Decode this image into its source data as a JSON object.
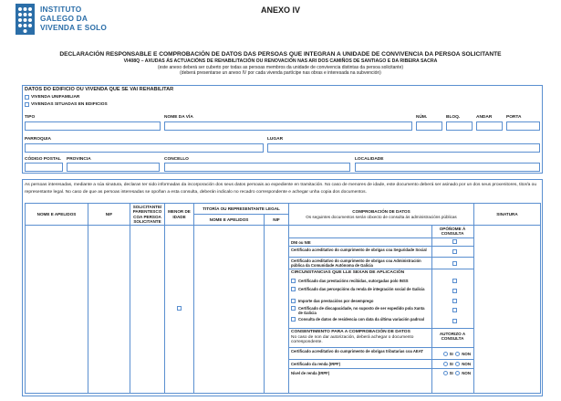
{
  "header": {
    "institute_lines": [
      "INSTITUTO",
      "GALEGO DA",
      "VIVENDA E SOLO"
    ],
    "annex": "ANEXO IV",
    "title": "DECLARACIÓN RESPONSABLE E COMPROBACIÓN DE DATOS DAS PERSOAS QUE INTEGRAN A UNIDADE DE CONVIVENCIA DA PERSOA SOLICITANTE",
    "procedure": "VI408Q – AXUDAS ÁS ACTUACIÓNS DE REHABILITACIÓN OU RENOVACIÓN NAS ARI DOS CAMIÑOS DE SANTIAGO E DA RIBEIRA SACRA",
    "note1": "(este anexo deberá ser cuberto por todas as persoas membros da unidade de convivencia distintas da persoa solicitante)",
    "note2": "(deberá presentarse un anexo IV por cada vivenda partícipe nas obras e interesada na subvención)",
    "brand_color": "#2b6ea8",
    "border_color": "#5a8fd0"
  },
  "building": {
    "section_title": "DATOS DO EDIFICIO OU VIVENDA QUE SE VAI REHABILITAR",
    "option1": "VIVENDA UNIFAMILIAR",
    "option2": "VIVENDAS SITUADAS EN EDIFICIOS",
    "labels": {
      "tipo": "TIPO",
      "nome_via": "NOME DA VÍA",
      "num": "NÚM.",
      "bloq": "BLOQ.",
      "andar": "ANDAR",
      "porta": "PORTA",
      "parroquia": "PARROQUIA",
      "lugar": "LUGAR",
      "codigo_postal": "CÓDIGO POSTAL",
      "provincia": "PROVINCIA",
      "concello": "CONCELLO",
      "localidade": "LOCALIDADE"
    }
  },
  "declaration": "As persoas interesadas, mediante a súa sinatura, declaran ter sido informadas da incorporación dos seus datos persoais ao expediente en tramitación. No caso de menores de idade, este documento deberá ser asinado por un dos seus proxenitores, titor/a ou representante legal. No caso de que as persoas interesadas se opoñan a esta consulta, deberán indicalo no recadro correspondente e achegar unha copia dos documentos.",
  "table": {
    "col_nome": "NOME E APELIDOS",
    "col_nif": "NIF",
    "col_solic": "SOLICITANTE/ PARENTESCO COA PERSOA SOLICITANTE",
    "col_menor": "MENOR DE IDADE",
    "col_titor": "TITOR/A OU REPRESENTANTE LEGAL",
    "col_titor_nome": "NOME E APELIDOS",
    "col_titor_nif": "NIF",
    "col_comp": "COMPROBACIÓN DE DATOS",
    "col_comp_sub": "Os seguintes documentos serán obxecto de consulta ás administracións públicas",
    "col_sinatura": "SINATURA",
    "opon": "OPÓÑOME Á CONSULTA",
    "rows1": [
      "DNI ou NIE",
      "Certificado acreditativo do cumprimento de obrigas coa Seguridade Social",
      "Certificado acreditativo do cumprimento de obrigas coa Administración pública da Comunidade Autónoma de Galicia"
    ],
    "circ_title": "CIRCUNSTANCIAS QUE LLE SEXAN DE APLICACIÓN",
    "rows2": [
      "Certificado das prestacións recibidas, outorgadas polo INSS",
      "Certificado das percepcións da renda de integración social de Galicia",
      "Importe das prestacións por desemprego",
      "Certificado de discapacidade, no suposto de ser expedido pola Xunta de Galicia",
      "Consulta de datos de residencia con data da última variación padroal"
    ],
    "consent_title": "CONSENTIMENTO PARA A COMPROBACIÓN DE DATOS",
    "consent_text": "No caso de non dar autorización, deberá achegar o documento correspondente.",
    "autorizo": "AUTORIZO A CONSULTA",
    "rows3": [
      "Certificado acreditativo do cumprimento de obrigas tributarias coa AEAT",
      "Certificado da renda (IRPF)",
      "Nivel de renda (IRPF)"
    ],
    "si": "SI",
    "non": "NON"
  }
}
